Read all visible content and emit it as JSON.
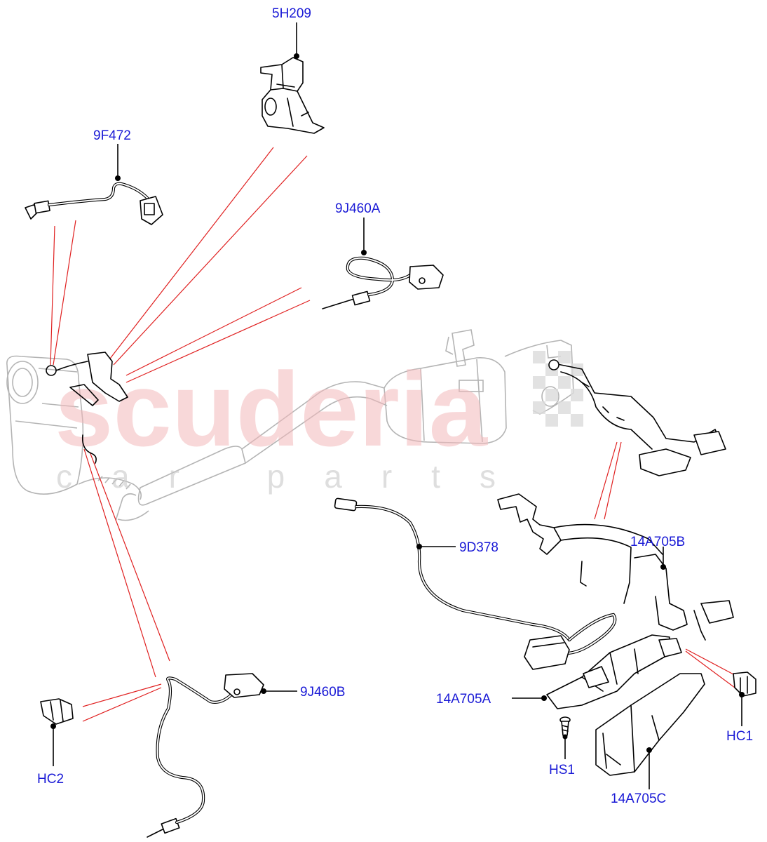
{
  "watermark": {
    "main": "scuderia",
    "sub": "car parts"
  },
  "callouts": [
    {
      "id": "5H209",
      "label": "5H209"
    },
    {
      "id": "9F472",
      "label": "9F472"
    },
    {
      "id": "9J460A",
      "label": "9J460A"
    },
    {
      "id": "9D378",
      "label": "9D378"
    },
    {
      "id": "14A705B",
      "label": "14A705B"
    },
    {
      "id": "9J460B",
      "label": "9J460B"
    },
    {
      "id": "14A705A",
      "label": "14A705A"
    },
    {
      "id": "HC1",
      "label": "HC1"
    },
    {
      "id": "HC2",
      "label": "HC2"
    },
    {
      "id": "HS1",
      "label": "HS1"
    },
    {
      "id": "14A705C",
      "label": "14A705C"
    }
  ],
  "colors": {
    "callout_text": "#1a1ad6",
    "pointer_lines": "#e02020",
    "watermark": "#f3b9bb"
  }
}
